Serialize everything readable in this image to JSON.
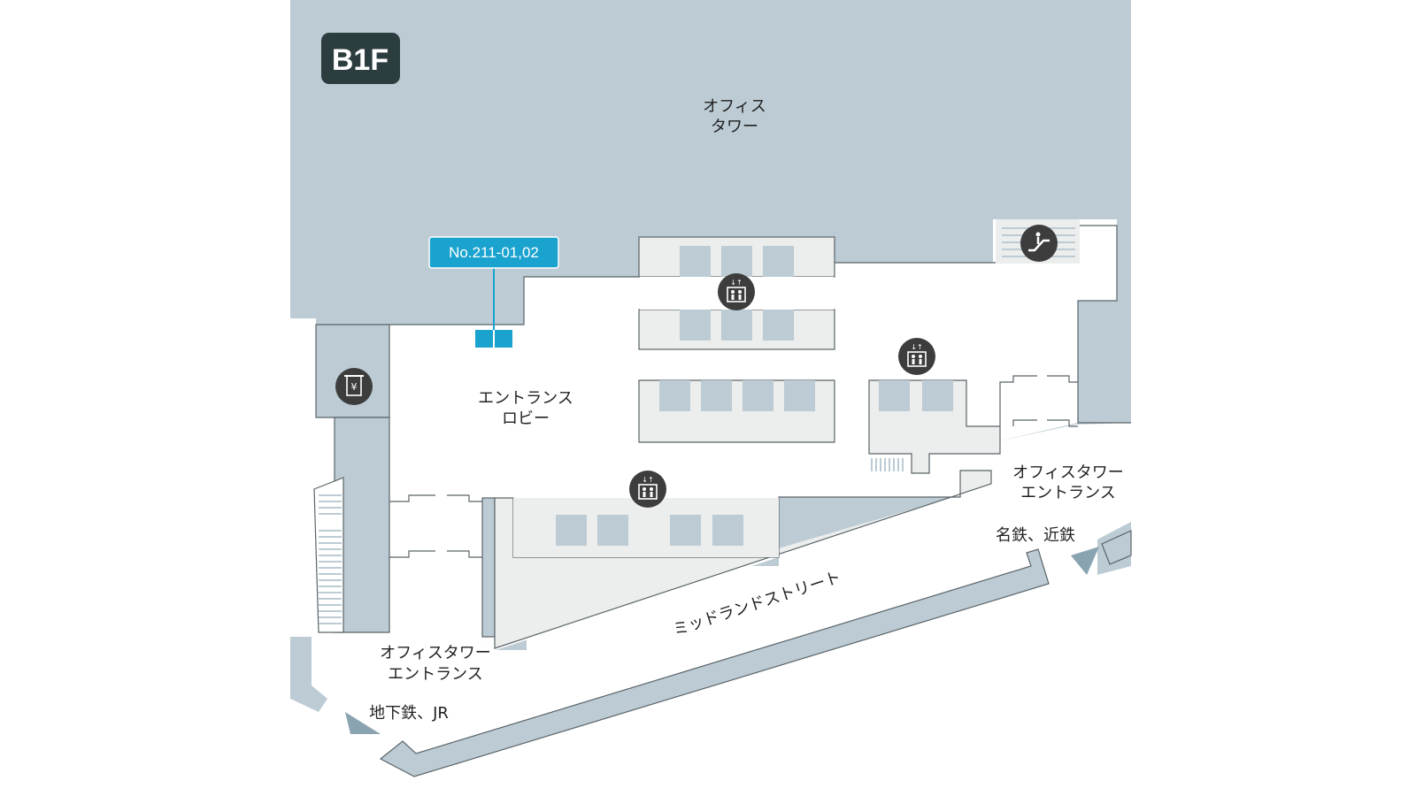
{
  "floor": {
    "label": "B1F"
  },
  "colors": {
    "building": "#bccbd4",
    "floor": "#ffffff",
    "shop": "#eceded",
    "tile": "#bccbd4",
    "icon": "#3d3d3d",
    "highlight": "#1ba3cf",
    "floor_badge": "#2c3d40"
  },
  "labels": {
    "office_tower": [
      "オフィス",
      "タワー"
    ],
    "entrance_lobby": [
      "エントランス",
      "ロビー"
    ],
    "office_tower_entrance_right": [
      "オフィスタワー",
      "エントランス"
    ],
    "office_tower_entrance_left": [
      "オフィスタワー",
      "エントランス"
    ],
    "meitetsu_kintetsu": "名鉄、近鉄",
    "subway_jr": "地下鉄、JR",
    "midland_street": "ミッドランドストリート"
  },
  "unit_tag": {
    "label": "No.211-01,02"
  },
  "icons": {
    "atm": "atm-yen-icon",
    "elevator": "elevator-icon",
    "escalator": "escalator-icon",
    "direction": "arrow-triangle-icon"
  }
}
